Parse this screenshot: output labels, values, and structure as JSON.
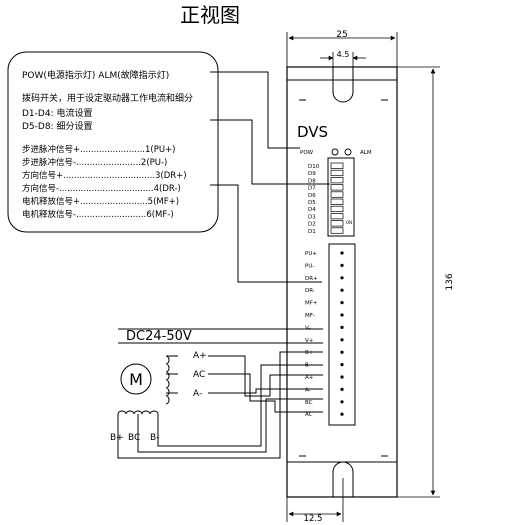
{
  "title": "正视图",
  "dimensions": {
    "top_width": "25",
    "hole_spacing": "4.5",
    "height": "136",
    "bottom_offset": "12.5"
  },
  "callout": {
    "pow_alm": "POW(电源指示灯)   ALM(故障指示灯)",
    "dip_intro": "拨码开关，用于设定驱动器工作电流和细分",
    "d1_d4": "D1-D4: 电流设置",
    "d5_d8": "D5-D8: 细分设置",
    "signals": [
      "步进脉冲信号+........................1(PU+)",
      "步进脉冲信号-........................2(PU-)",
      "方向信号+..................................3(DR+)",
      "方向信号-...................................4(DR-)",
      "电机释放信号+.........................5(MF+)",
      "电机释放信号-..........................6(MF-)"
    ]
  },
  "device": {
    "brand": "DVS",
    "pow": "POW",
    "alm": "ALM",
    "dip_labels": [
      "D10",
      "D9",
      "D8",
      "D7",
      "D6",
      "D5",
      "D4",
      "D3",
      "D2",
      "D1"
    ],
    "dip_on": "ON",
    "terminals": [
      "PU+",
      "PU-",
      "DR+",
      "DR-",
      "MF+",
      "MF-",
      "V-",
      "V+",
      "B+",
      "B-",
      "A+",
      "A-",
      "BC",
      "AC"
    ]
  },
  "power": {
    "label": "DC24-50V"
  },
  "motor": {
    "symbol": "M",
    "phase_a": [
      "A+",
      "AC",
      "A-"
    ],
    "phase_b": [
      "B+",
      "BC",
      "B-"
    ]
  },
  "colors": {
    "line": "#000000",
    "background": "#ffffff"
  }
}
